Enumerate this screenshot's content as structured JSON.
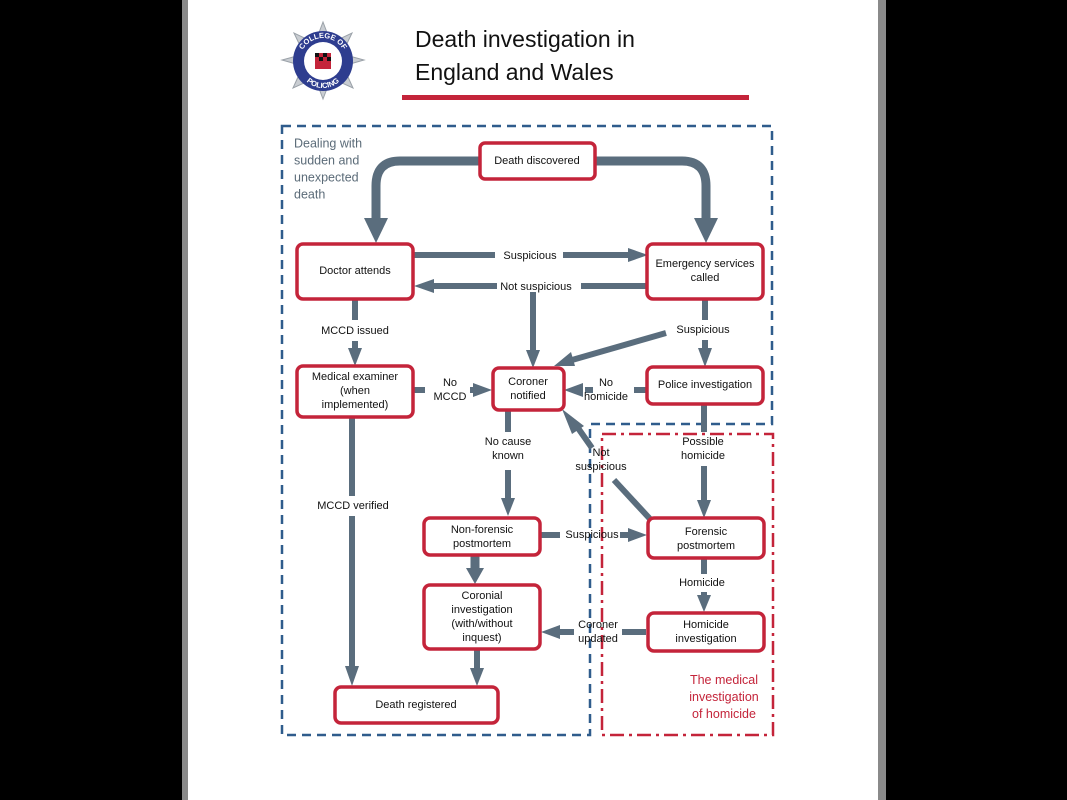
{
  "title": {
    "line1": "Death investigation in",
    "line2": "England and Wales"
  },
  "logo": {
    "text_top": "COLLEGE OF",
    "text_bottom": "POLICING"
  },
  "zones": {
    "sudden_death": [
      "Dealing with",
      "sudden and",
      "unexpected",
      "death"
    ],
    "homicide": [
      "The medical",
      "investigation",
      "of homicide"
    ]
  },
  "nodes": {
    "death_discovered": [
      "Death discovered"
    ],
    "doctor_attends": [
      "Doctor attends"
    ],
    "emergency_services": [
      "Emergency services",
      "called"
    ],
    "medical_examiner": [
      "Medical examiner",
      "(when",
      "implemented)"
    ],
    "coroner_notified": [
      "Coroner",
      "notified"
    ],
    "police_investigation": [
      "Police investigation"
    ],
    "non_forensic_postmortem": [
      "Non-forensic",
      "postmortem"
    ],
    "forensic_postmortem": [
      "Forensic",
      "postmortem"
    ],
    "coronial_investigation": [
      "Coronial",
      "investigation",
      "(with/without",
      "inquest)"
    ],
    "homicide_investigation": [
      "Homicide",
      "investigation"
    ],
    "death_registered": [
      "Death registered"
    ]
  },
  "labels": {
    "suspicious_top": [
      "Suspicious"
    ],
    "not_suspicious_top": [
      "Not suspicious"
    ],
    "mccd_issued": [
      "MCCD issued"
    ],
    "suspicious_right": [
      "Suspicious"
    ],
    "no_mccd": [
      "No",
      "MCCD"
    ],
    "no_homicide": [
      "No",
      "homicide"
    ],
    "no_cause_known": [
      "No cause",
      "known"
    ],
    "not_suspicious_diag": [
      "Not",
      "suspicious"
    ],
    "possible_homicide": [
      "Possible",
      "homicide"
    ],
    "mccd_verified": [
      "MCCD verified"
    ],
    "suspicious_mid": [
      "Suspicious"
    ],
    "homicide": [
      "Homicide"
    ],
    "coroner_updated": [
      "Coroner",
      "updated"
    ]
  }
}
